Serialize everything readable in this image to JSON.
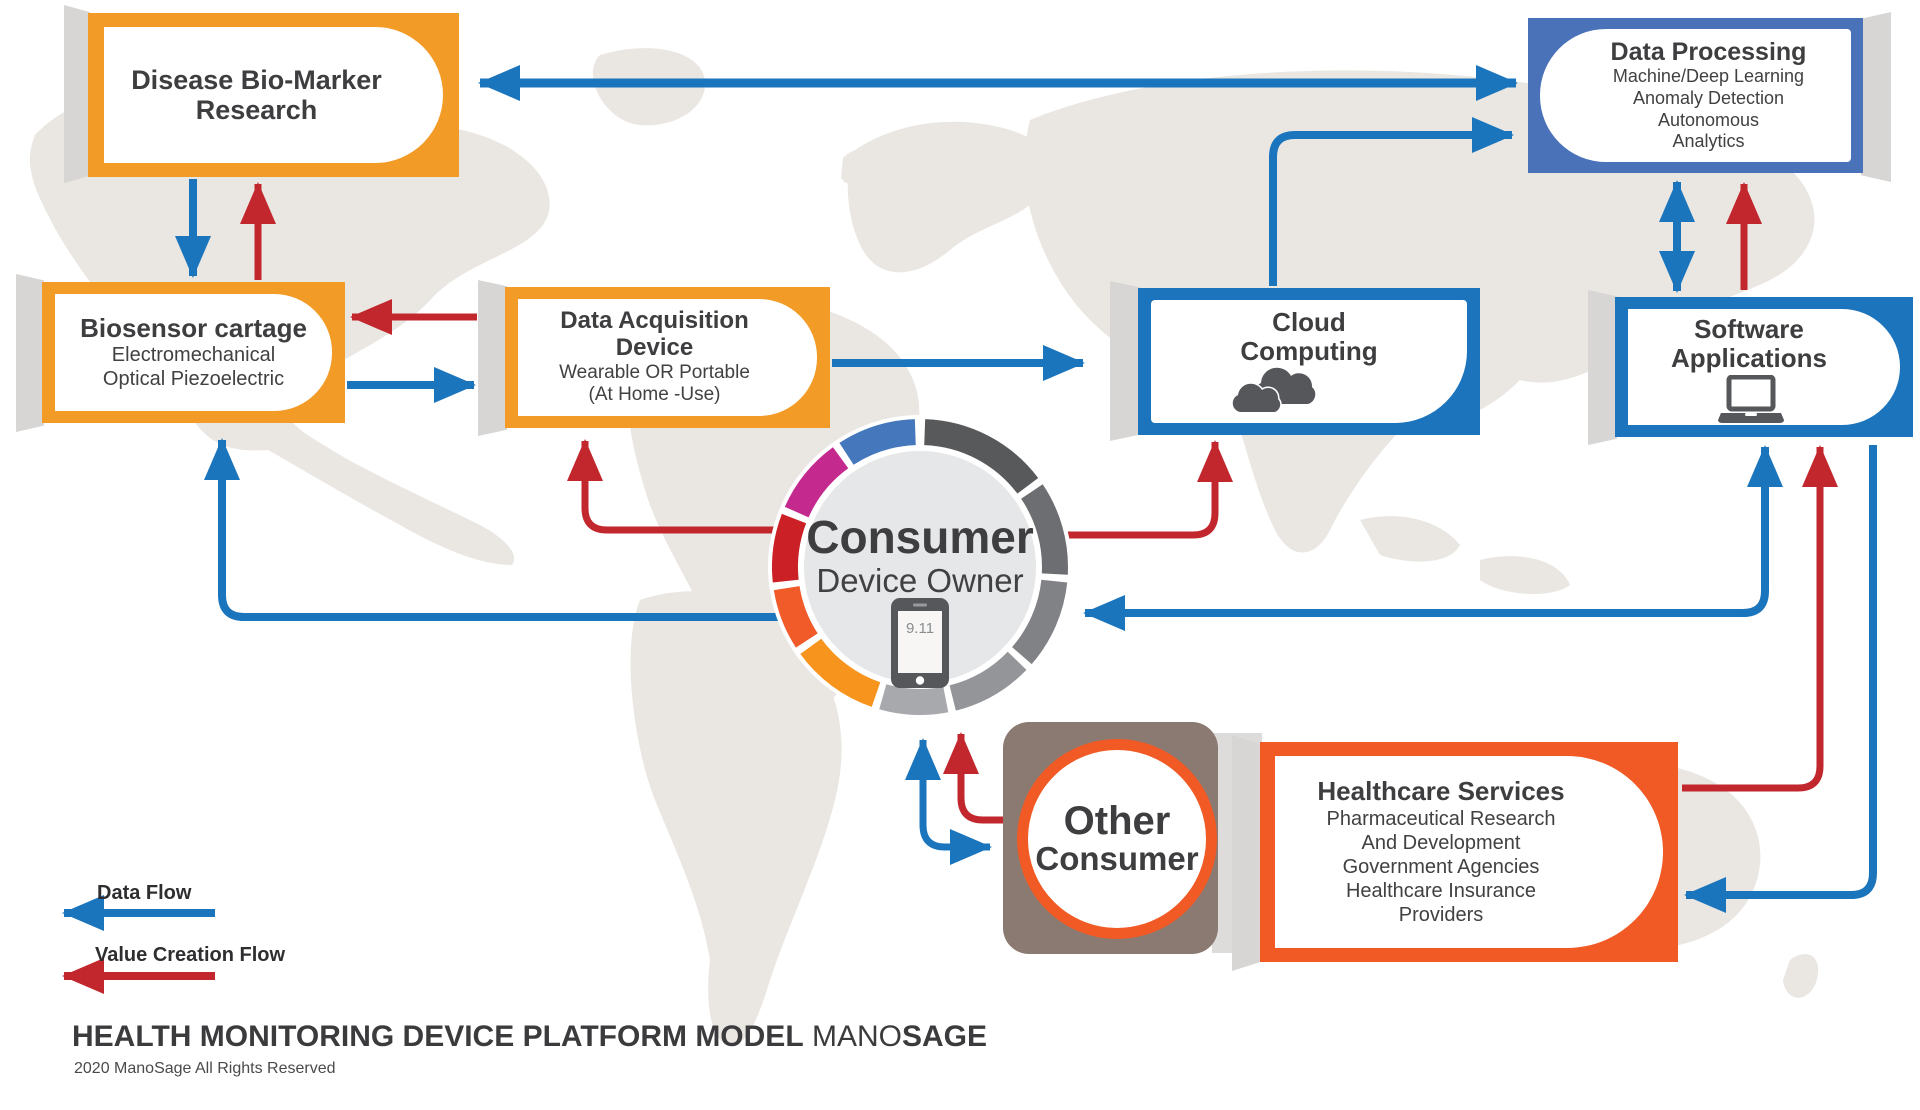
{
  "page": {
    "title_main": "HEALTH MONITORING DEVICE PLATFORM MODEL",
    "title_brand_regular": "MANO",
    "title_brand_bold": "SAGE",
    "copyright": "2020 ManoSage All Rights Reserved"
  },
  "legend": {
    "data_flow_label": "Data Flow",
    "value_creation_label": "Value Creation Flow"
  },
  "nodes": {
    "disease_biomarker": {
      "title": "Disease Bio-Marker\nResearch"
    },
    "biosensor": {
      "title": "Biosensor cartage",
      "subtitle": "Electromechanical\nOptical Piezoelectric"
    },
    "data_acquisition": {
      "title": "Data Acquisition\nDevice",
      "subtitle": "Wearable OR Portable\n(At Home -Use)"
    },
    "cloud_computing": {
      "title": "Cloud\nComputing",
      "icon": "cloud-icon"
    },
    "data_processing": {
      "title": "Data Processing",
      "subtitle": "Machine/Deep Learning\nAnomaly Detection\nAutonomous\nAnalytics"
    },
    "software_applications": {
      "title": "Software\nApplications",
      "icon": "laptop-icon"
    },
    "healthcare_services": {
      "title": "Healthcare Services",
      "subtitle": "Pharmaceutical Research\nAnd Development\nGovernment Agencies\nHealthcare Insurance\nProviders"
    },
    "consumer": {
      "title": "Consumer",
      "subtitle": "Device Owner",
      "phone_display": "9.11",
      "icon": "smartphone-icon"
    },
    "other_consumer": {
      "title": "Other",
      "subtitle": "Consumer"
    }
  },
  "colors": {
    "arrow_blue": "#1B75BC",
    "arrow_red": "#C1272D",
    "box_orange": "#F39B27",
    "box_red_orange": "#F15A24",
    "box_blue": "#1C75BC",
    "box_slate_blue": "#4A72B8",
    "map_gray": "#EAE7E3",
    "text_dark": "#414042",
    "brown_shadow": "#8A7A72",
    "ring_colors": [
      "#58595B",
      "#6D6E71",
      "#808285",
      "#939598",
      "#A7A9AC",
      "#F7941D",
      "#F15A29",
      "#CB2026",
      "#C4298E",
      "#4577BC"
    ]
  },
  "flows": [
    {
      "from": "disease_biomarker_research",
      "to": "data_processing",
      "type": "data",
      "bidirectional": true
    },
    {
      "from": "disease_biomarker_research",
      "to": "biosensor_cartage",
      "type": "data"
    },
    {
      "from": "biosensor_cartage",
      "to": "disease_biomarker_research",
      "type": "value_creation"
    },
    {
      "from": "biosensor_cartage",
      "to": "data_acquisition_device",
      "type": "data"
    },
    {
      "from": "data_acquisition_device",
      "to": "biosensor_cartage",
      "type": "value_creation"
    },
    {
      "from": "data_acquisition_device",
      "to": "cloud_computing",
      "type": "data"
    },
    {
      "from": "cloud_computing",
      "to": "data_processing",
      "type": "data"
    },
    {
      "from": "data_processing",
      "to": "software_applications",
      "type": "data",
      "bidirectional": true
    },
    {
      "from": "software_applications",
      "to": "data_processing",
      "type": "value_creation"
    },
    {
      "from": "consumer",
      "to": "data_acquisition_device",
      "type": "value_creation"
    },
    {
      "from": "consumer",
      "to": "cloud_computing",
      "type": "value_creation"
    },
    {
      "from": "consumer",
      "to": "biosensor_cartage",
      "type": "data"
    },
    {
      "from": "software_applications",
      "to": "consumer",
      "type": "data",
      "bidirectional": true
    },
    {
      "from": "software_applications",
      "to": "healthcare_services",
      "type": "data"
    },
    {
      "from": "healthcare_services",
      "to": "software_applications",
      "type": "value_creation"
    },
    {
      "from": "consumer",
      "to": "other_consumer",
      "type": "data",
      "bidirectional": true
    },
    {
      "from": "other_consumer",
      "to": "consumer",
      "type": "value_creation"
    }
  ]
}
